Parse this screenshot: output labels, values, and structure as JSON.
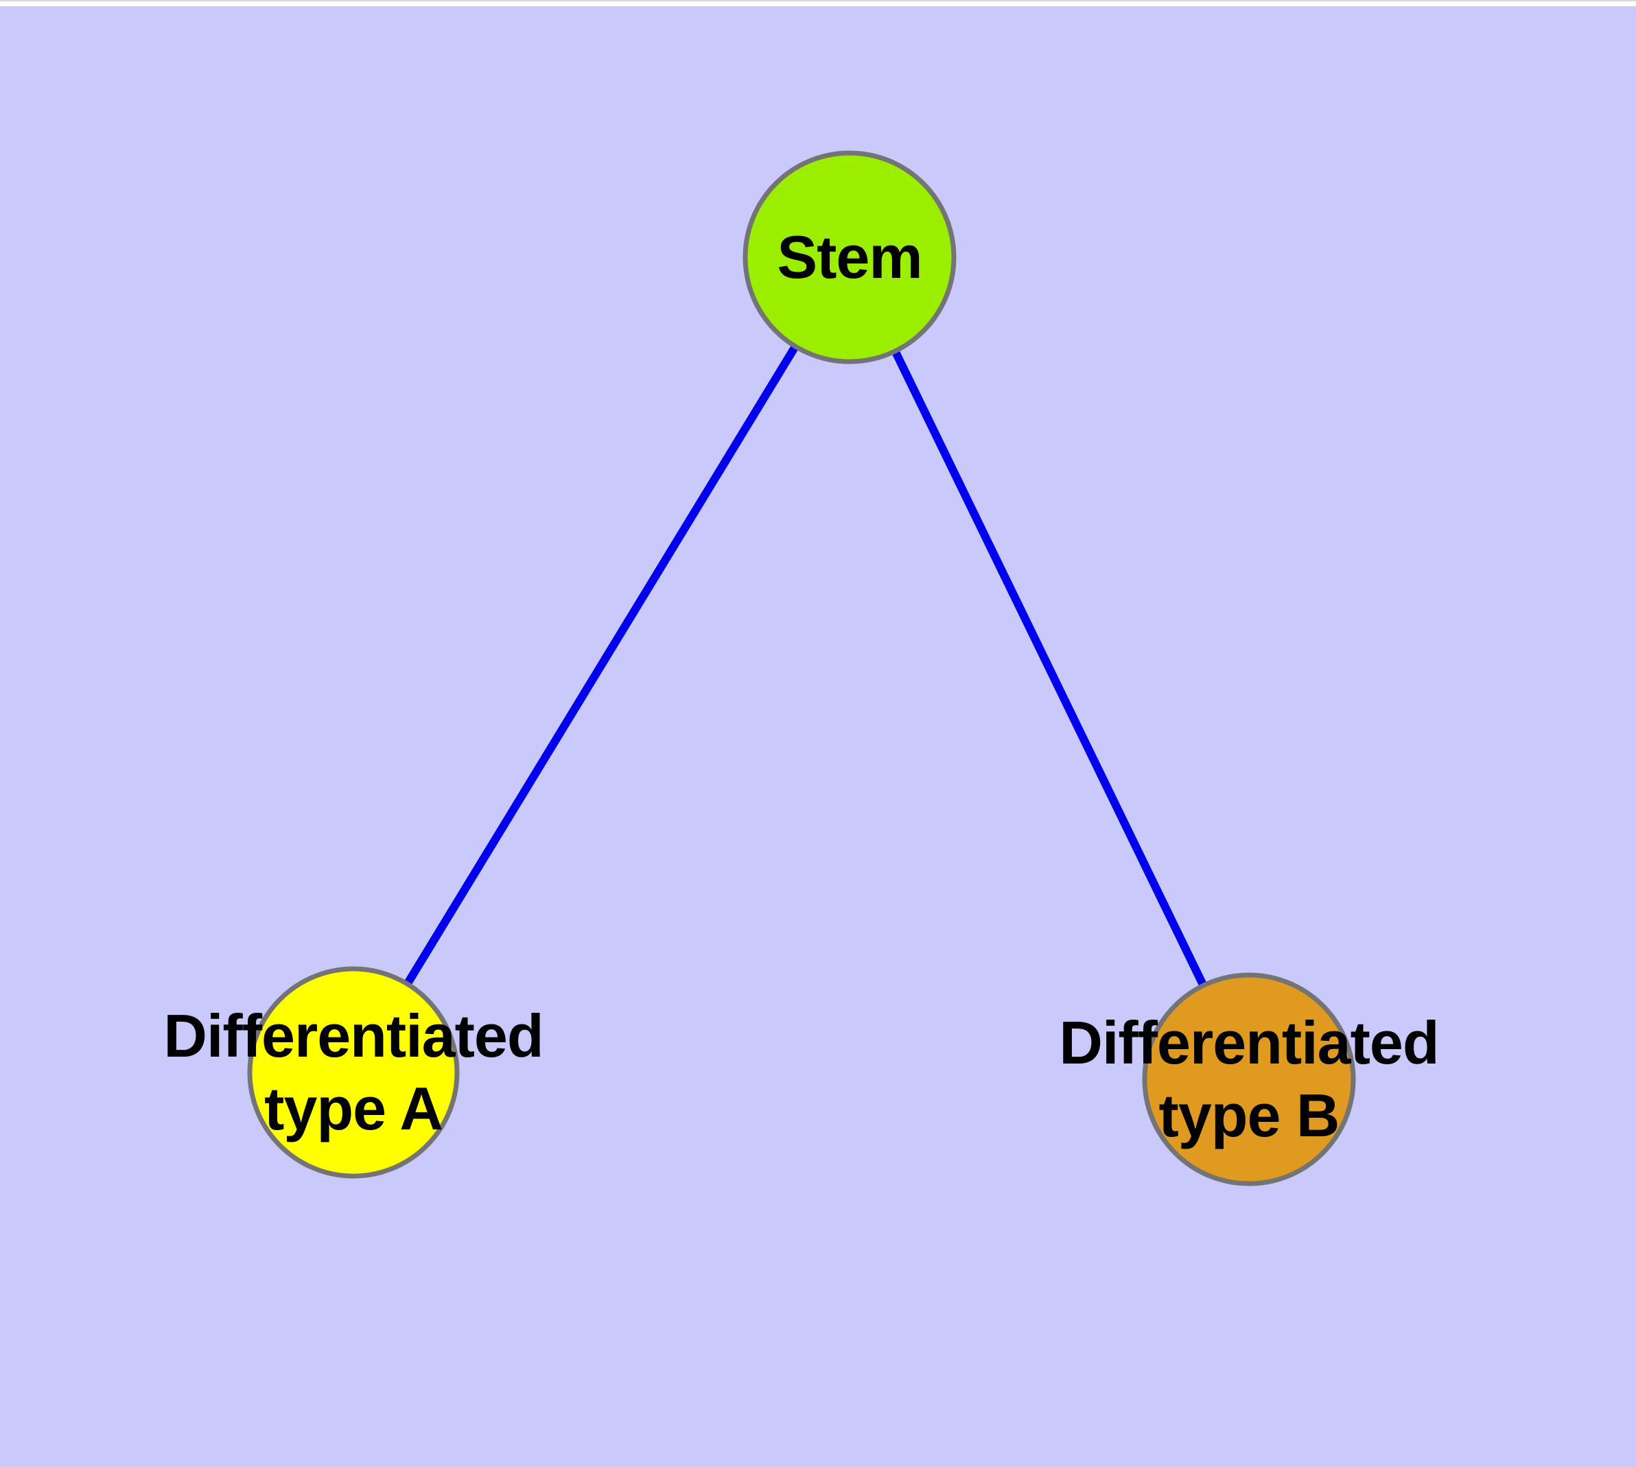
{
  "diagram": {
    "background_color": "#c9c9fb",
    "edge_color": "#0000ee",
    "node_border_color": "#747474",
    "nodes": [
      {
        "id": "stem",
        "label": "Stem",
        "fill": "#9bee00"
      },
      {
        "id": "type-a",
        "label_line1": "Differentiated",
        "label_line2": "type A",
        "fill": "#ffff00"
      },
      {
        "id": "type-b",
        "label_line1": "Differentiated",
        "label_line2": "type B",
        "fill": "#e09a20"
      }
    ],
    "edges": [
      {
        "from": "Stem",
        "to": "Differentiated type A"
      },
      {
        "from": "Stem",
        "to": "Differentiated type B"
      }
    ]
  }
}
